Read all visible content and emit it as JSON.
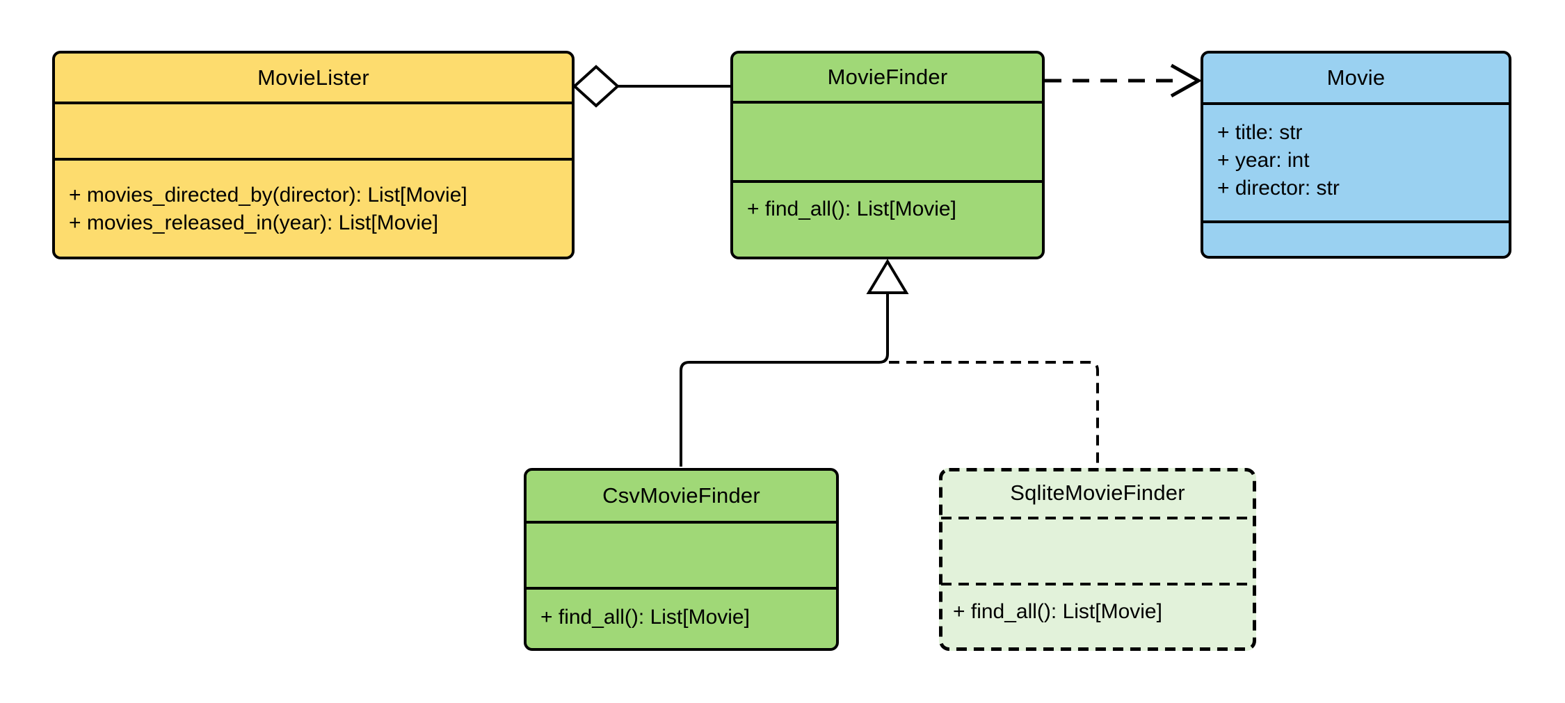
{
  "diagram": {
    "kind": "uml-class-diagram",
    "background": "#FFFFFF",
    "stroke_color": "#000000",
    "text_color": "#000000"
  },
  "classes": [
    {
      "name": "MovieLister",
      "fill": "#FDDC6E",
      "border": "solid",
      "attributes": [],
      "methods": [
        "+ movies_directed_by(director): List[Movie]",
        "+ movies_released_in(year): List[Movie]"
      ]
    },
    {
      "name": "MovieFinder",
      "fill": "#A0D877",
      "border": "solid",
      "attributes": [],
      "methods": [
        "+ find_all(): List[Movie]"
      ]
    },
    {
      "name": "Movie",
      "fill": "#9AD1F1",
      "border": "solid",
      "attributes": [
        "+ title: str",
        "+ year: int",
        "+ director: str"
      ],
      "methods": []
    },
    {
      "name": "CsvMovieFinder",
      "fill": "#A0D877",
      "border": "solid",
      "attributes": [],
      "methods": [
        "+ find_all(): List[Movie]"
      ]
    },
    {
      "name": "SqliteMovieFinder",
      "fill": "#E2F2DA",
      "border": "dashed",
      "attributes": [],
      "methods": [
        "+ find_all(): List[Movie]"
      ]
    }
  ],
  "relationships": [
    {
      "type": "aggregation",
      "from": "MovieLister",
      "to": "MovieFinder",
      "line": "solid",
      "marker": "open-diamond"
    },
    {
      "type": "dependency",
      "from": "MovieFinder",
      "to": "Movie",
      "line": "dashed",
      "marker": "open-arrow"
    },
    {
      "type": "generalization",
      "from": "CsvMovieFinder",
      "to": "MovieFinder",
      "line": "solid",
      "marker": "hollow-triangle"
    },
    {
      "type": "generalization",
      "from": "SqliteMovieFinder",
      "to": "MovieFinder",
      "line": "dashed",
      "marker": "hollow-triangle"
    }
  ]
}
